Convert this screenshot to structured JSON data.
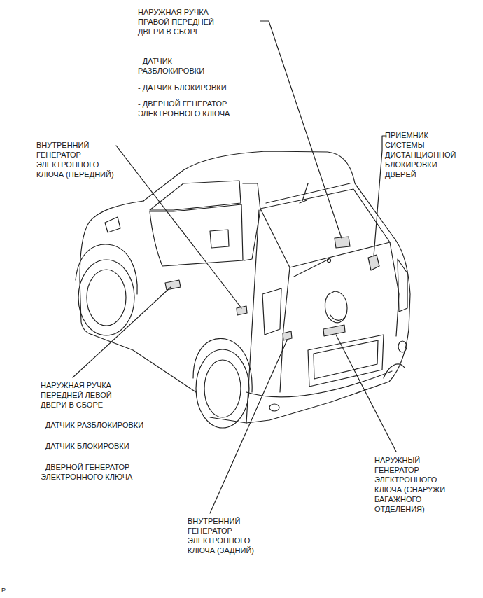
{
  "diagram": {
    "labels": [
      "НАРУЖНАЯ РУЧКА ПРАВОЙ ПЕРЕДНЕЙ ДВЕРИ В СБОРЕ",
      "- ДАТЧИК РАЗБЛОКИРОВКИ",
      "- ДАТЧИК БЛОКИРОВКИ",
      "- ДВЕРНОЙ ГЕНЕРАТОР ЭЛЕКТРОННОГО КЛЮЧА",
      "ВНУТРЕННИЙ ГЕНЕРАТОР ЭЛЕКТРОННОГО КЛЮЧА (ПЕРЕДНИЙ)",
      "ПРИЕМНИК СИСТЕМЫ ДИСТАНЦИОННОЙ БЛОКИРОВКИ ДВЕРЕЙ",
      "НАРУЖНАЯ РУЧКА ПЕРЕДНЕЙ ЛЕВОЙ ДВЕРИ В СБОРЕ",
      "- ДАТЧИК РАЗБЛОКИРОВКИ",
      "- ДАТЧИК БЛОКИРОВКИ",
      "- ДВЕРНОЙ ГЕНЕРАТОР ЭЛЕКТРОННОГО КЛЮЧА",
      "НАРУЖНЫЙ ГЕНЕРАТОР ЭЛЕКТРОННОГО КЛЮЧА (СНАРУЖИ БАГАЖНОГО ОТДЕЛЕНИЯ)",
      "ВНУТРЕННИЙ ГЕНЕРАТОР ЭЛЕКТРОННОГО КЛЮЧА (ЗАДНИЙ)",
      "P"
    ]
  }
}
